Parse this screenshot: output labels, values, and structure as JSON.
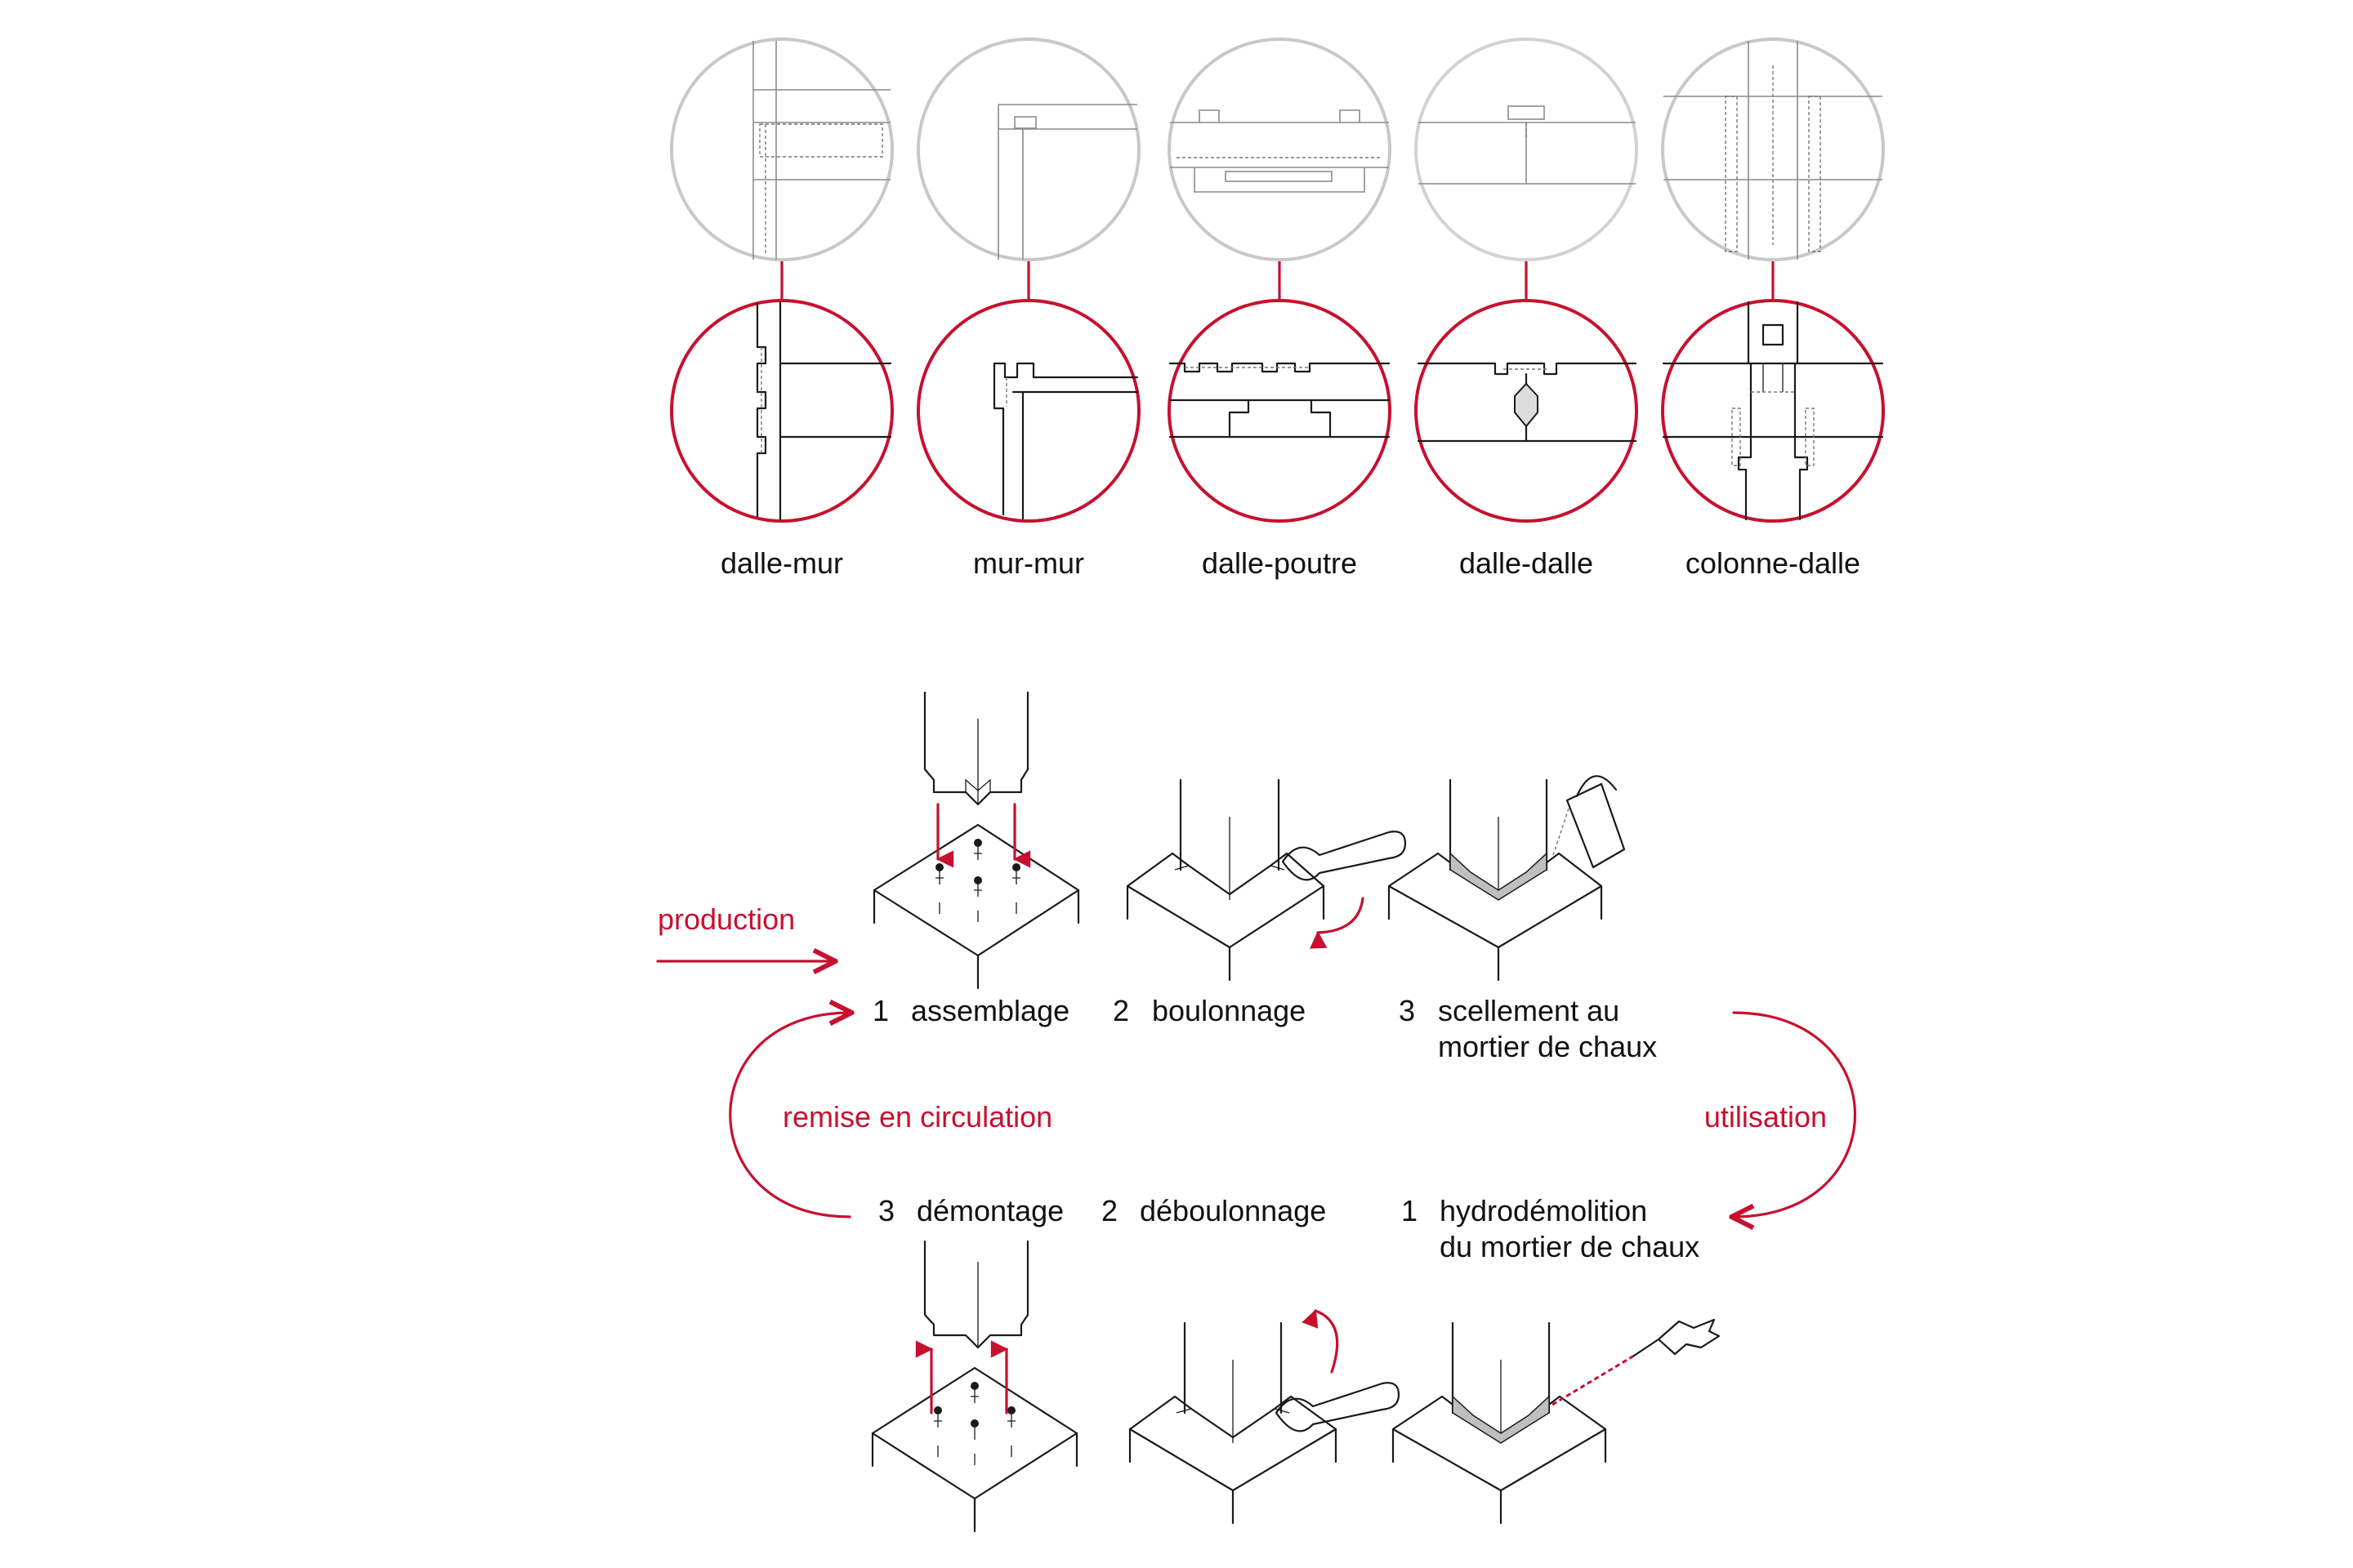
{
  "colors": {
    "accent": "#c8102e",
    "ink": "#1a1a1a",
    "grey_circle": "#c8c8c8"
  },
  "joints": [
    {
      "id": "dalle-mur",
      "label": "dalle-mur"
    },
    {
      "id": "mur-mur",
      "label": "mur-mur"
    },
    {
      "id": "dalle-poutre",
      "label": "dalle-poutre"
    },
    {
      "id": "dalle-dalle",
      "label": "dalle-dalle"
    },
    {
      "id": "colonne-dalle",
      "label": "colonne-dalle"
    }
  ],
  "cycle": {
    "production": "production",
    "utilisation": "utilisation",
    "remise": "remise en circulation",
    "top_steps": [
      {
        "num": "1",
        "lines": [
          "assemblage"
        ]
      },
      {
        "num": "2",
        "lines": [
          "boulonnage"
        ]
      },
      {
        "num": "3",
        "lines": [
          "scellement au",
          "mortier de chaux"
        ]
      }
    ],
    "bottom_steps": [
      {
        "num": "3",
        "lines": [
          "démontage"
        ]
      },
      {
        "num": "2",
        "lines": [
          "déboulonnage"
        ]
      },
      {
        "num": "1",
        "lines": [
          "hydrodémolition",
          "du mortier de chaux"
        ]
      }
    ]
  }
}
